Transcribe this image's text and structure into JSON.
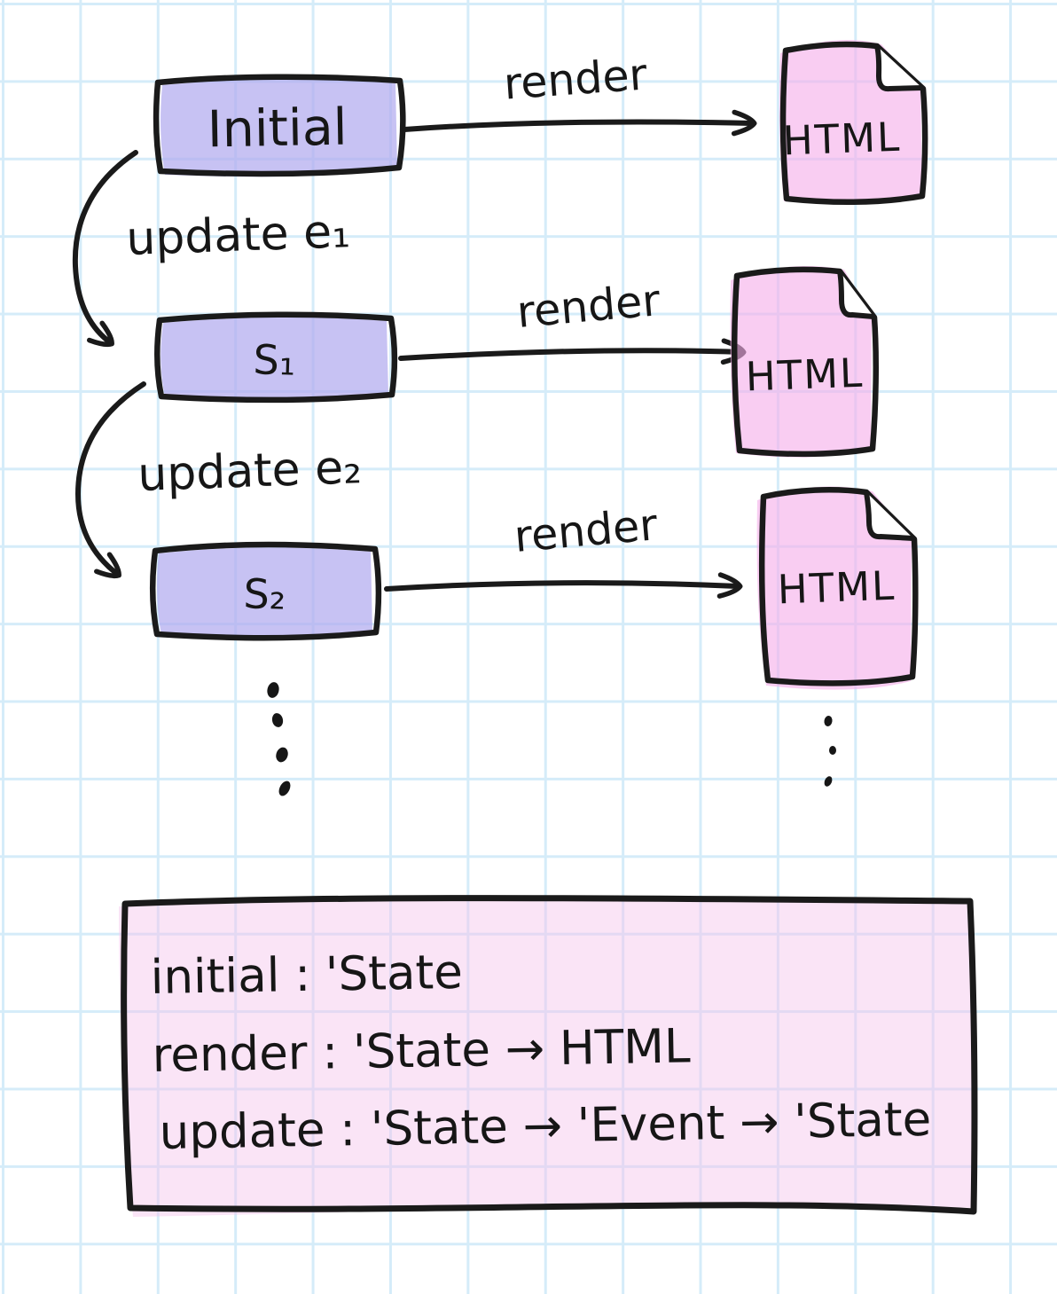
{
  "states": [
    {
      "label": "Initial"
    },
    {
      "label": "S₁"
    },
    {
      "label": "S₂"
    }
  ],
  "render_arrows": [
    {
      "label": "render"
    },
    {
      "label": "render"
    },
    {
      "label": "render"
    }
  ],
  "update_arrows": [
    {
      "label": "update e₁"
    },
    {
      "label": "update e₂"
    }
  ],
  "documents": [
    {
      "label": "HTML"
    },
    {
      "label": "HTML"
    },
    {
      "label": "HTML"
    }
  ],
  "signature_box": {
    "lines": [
      "initial : 'State",
      "render : 'State → HTML",
      "update : 'State → 'Event → 'State"
    ]
  },
  "colors": {
    "state_fill": "#c6c0f2",
    "doc_fill": "#f8caf1",
    "signature_fill": "#fae6f6",
    "ink": "#1a1a1a",
    "grid": "#d5ecf9"
  }
}
